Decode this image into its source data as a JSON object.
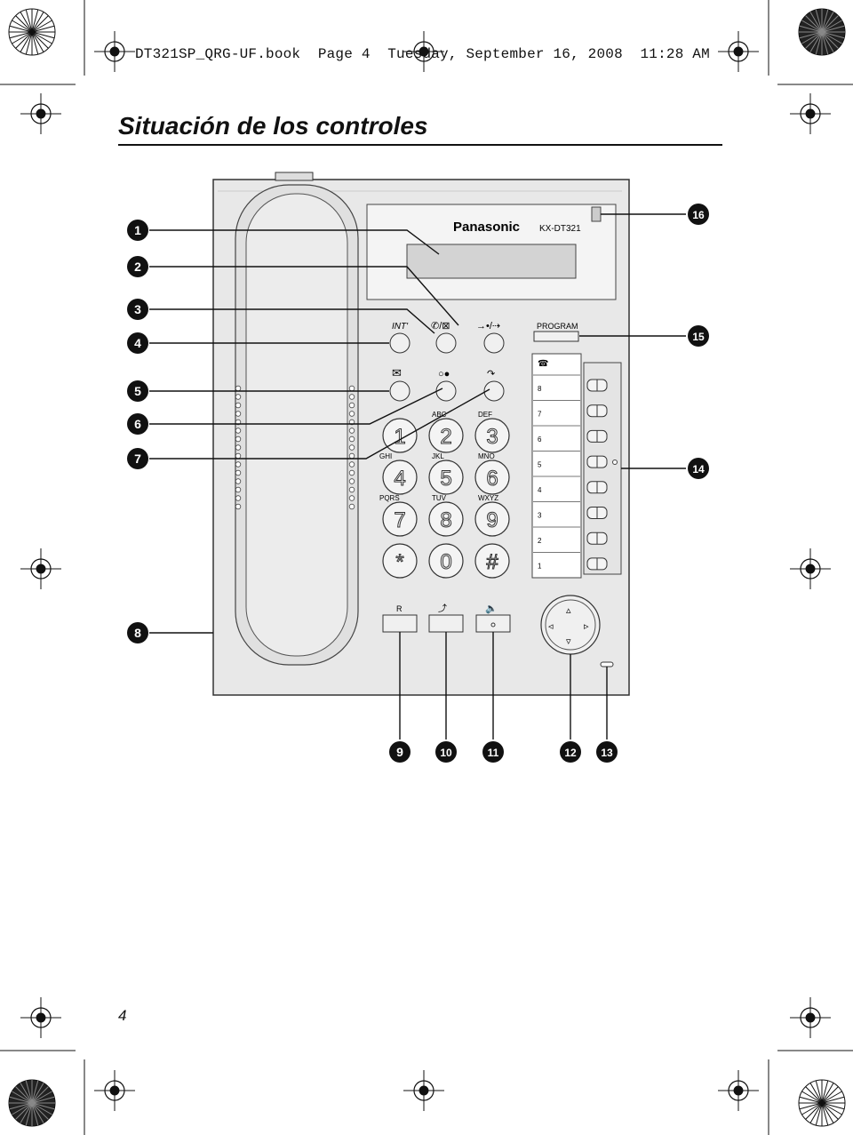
{
  "header": {
    "book_info": "DT321SP_QRG-UF.book  Page 4  Tuesday, September 16, 2008  11:28 AM"
  },
  "title": "Situación de los controles",
  "page_number": "4",
  "phone": {
    "brand": "Panasonic",
    "model": "KX-DT321",
    "program_label": "PROGRAM",
    "int_label": "INT'",
    "r_label": "R",
    "keypad": [
      {
        "digit": "1",
        "letters": ""
      },
      {
        "digit": "2",
        "letters": "ABC"
      },
      {
        "digit": "3",
        "letters": "DEF"
      },
      {
        "digit": "4",
        "letters": "GHI"
      },
      {
        "digit": "5",
        "letters": "JKL"
      },
      {
        "digit": "6",
        "letters": "MNO"
      },
      {
        "digit": "7",
        "letters": "PQRS"
      },
      {
        "digit": "8",
        "letters": "TUV"
      },
      {
        "digit": "9",
        "letters": "WXYZ"
      },
      {
        "digit": "*",
        "letters": ""
      },
      {
        "digit": "0",
        "letters": ""
      },
      {
        "digit": "#",
        "letters": ""
      }
    ],
    "line_keys": [
      "8",
      "7",
      "6",
      "5",
      "4",
      "3",
      "2",
      "1"
    ]
  },
  "callouts": [
    "1",
    "2",
    "3",
    "4",
    "5",
    "6",
    "7",
    "8",
    "9",
    "10",
    "11",
    "12",
    "13",
    "14",
    "15",
    "16"
  ]
}
